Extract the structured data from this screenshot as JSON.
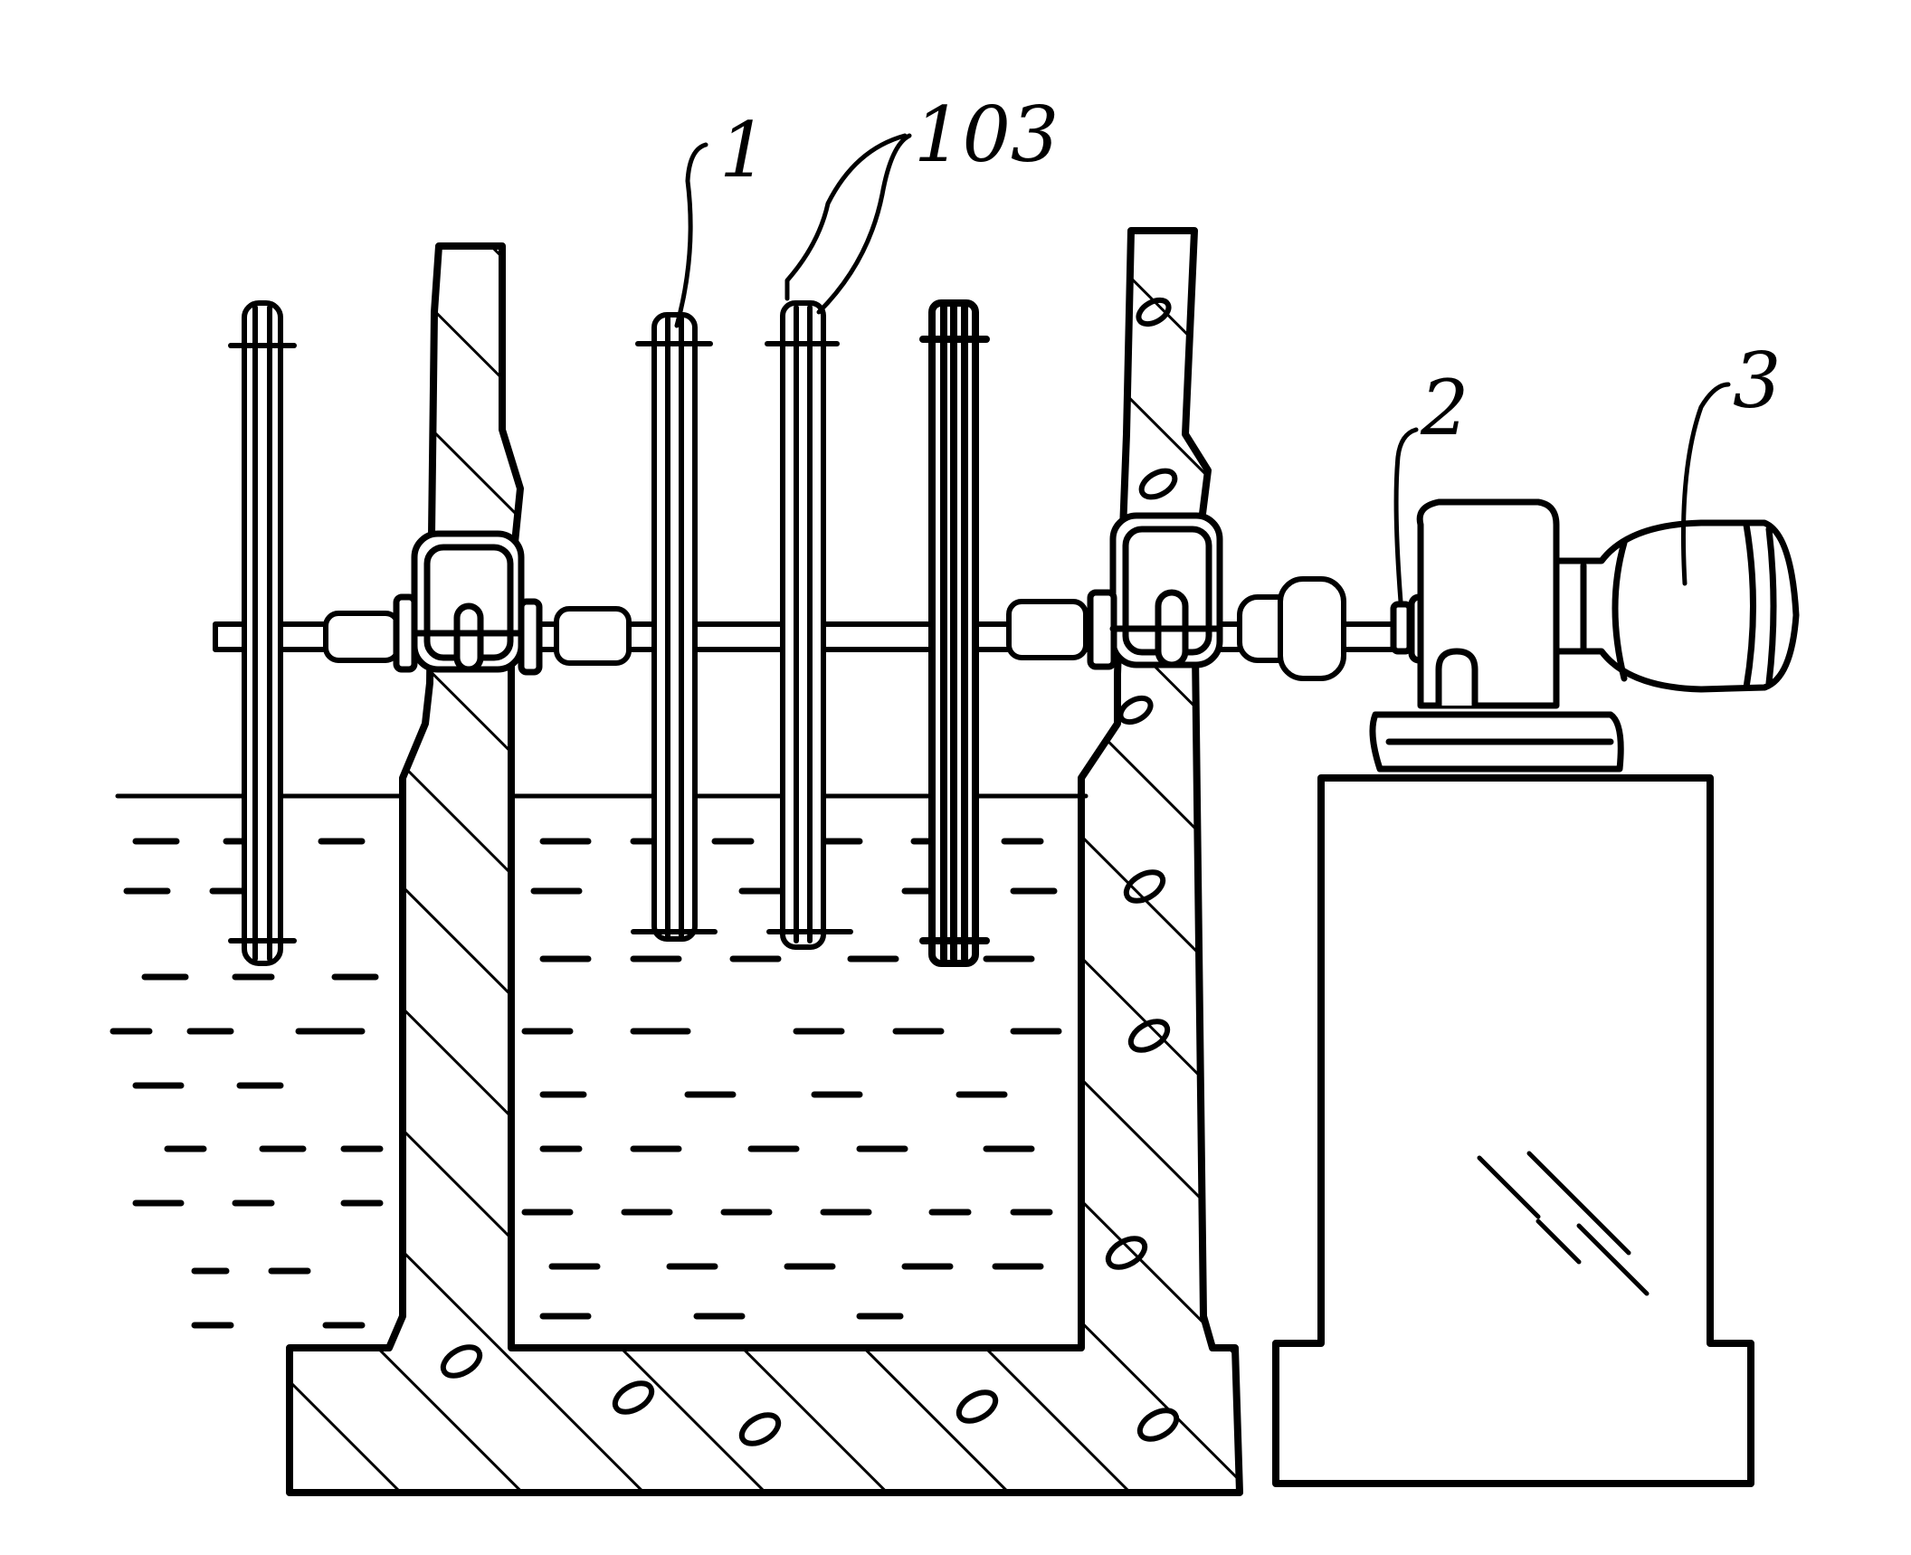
{
  "figure": {
    "labels": [
      {
        "id": "label-1",
        "text": "1"
      },
      {
        "id": "label-103",
        "text": "103"
      },
      {
        "id": "label-2",
        "text": "2"
      },
      {
        "id": "label-3",
        "text": "3"
      }
    ],
    "colors": {
      "ink": "#000000",
      "background": "#ffffff"
    }
  }
}
